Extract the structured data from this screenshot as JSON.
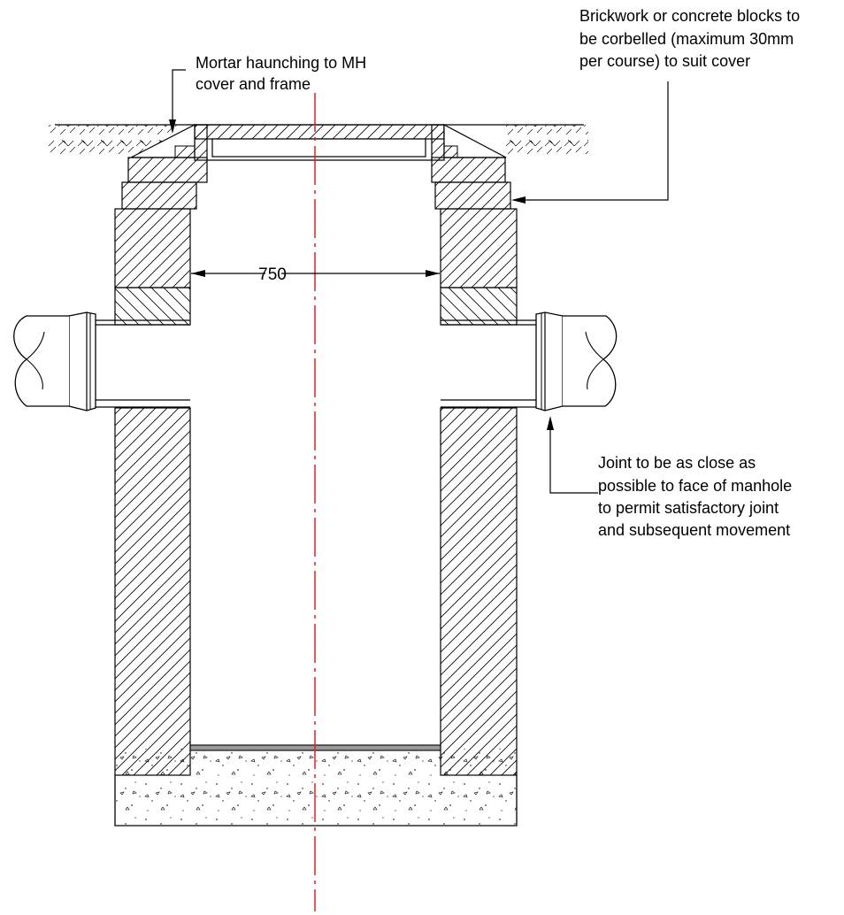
{
  "annotations": {
    "brickwork": [
      "Brickwork or concrete blocks to",
      "be corbelled (maximum 30mm",
      "per course) to suit cover"
    ],
    "mortar": [
      "Mortar haunching to MH",
      "cover and frame"
    ],
    "joint": [
      "Joint to be as close as",
      "possible to face of manhole",
      "to permit satisfactory joint",
      "and subsequent movement"
    ]
  },
  "dimension": {
    "internal_width": "750"
  },
  "colors": {
    "centerline": "#e32020",
    "line": "#000000",
    "benching": "#9a9a9a"
  }
}
